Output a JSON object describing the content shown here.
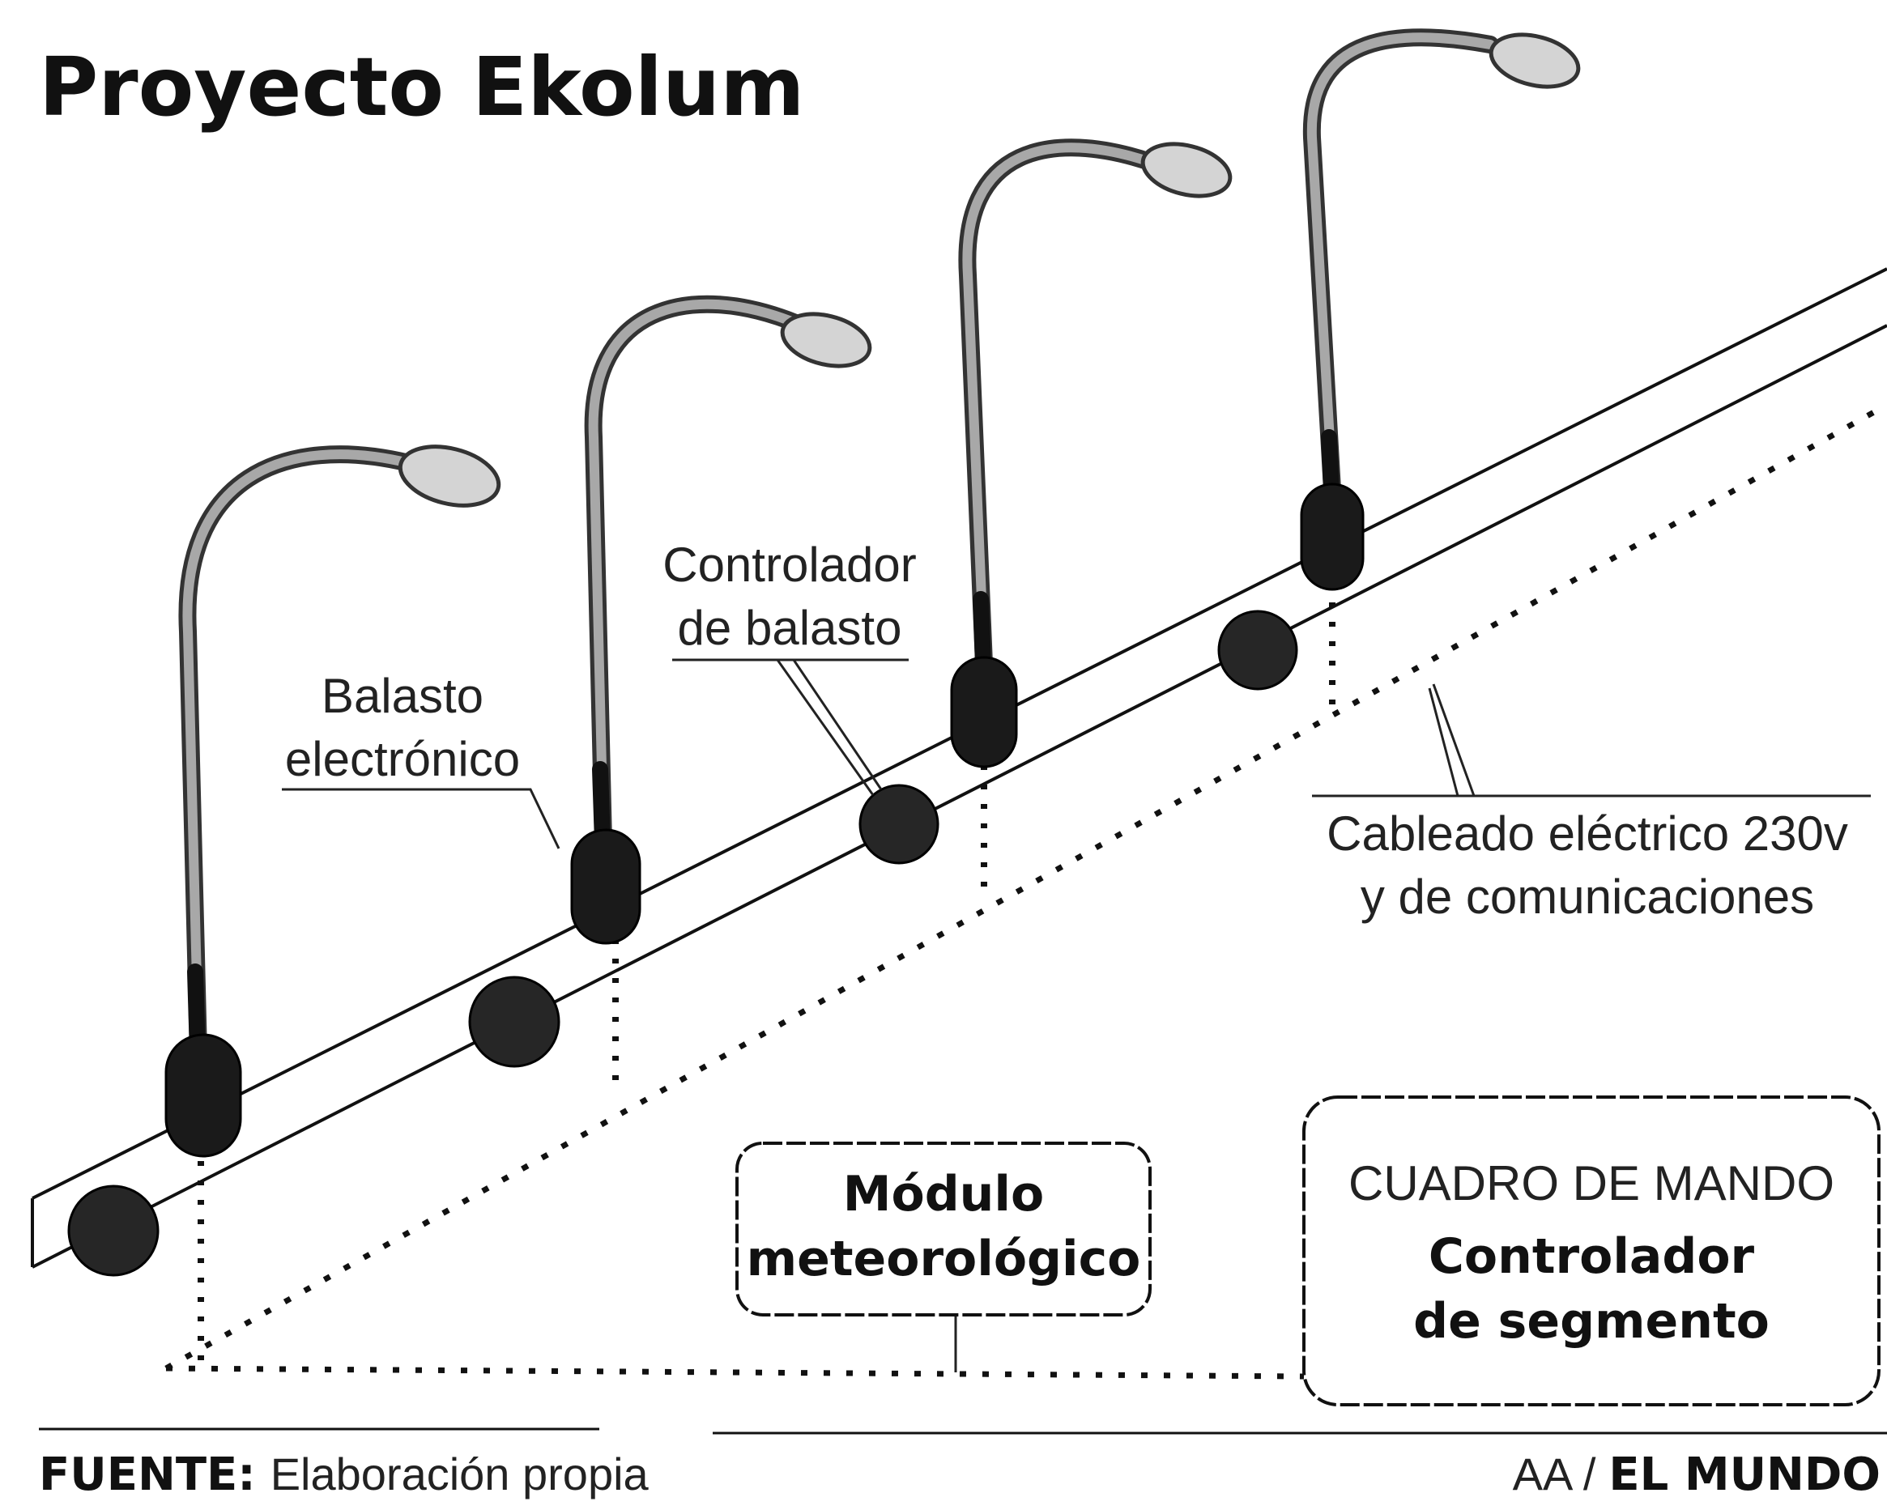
{
  "header": {
    "title": "Proyecto Ekolum"
  },
  "labels": {
    "balasto_line1": "Balasto",
    "balasto_line2": "electrónico",
    "controlador_line1": "Controlador",
    "controlador_line2": "de balasto",
    "cableado_line1": "Cableado eléctrico 230v",
    "cableado_line2": "y de comunicaciones"
  },
  "boxes": {
    "modulo_line1": "Módulo",
    "modulo_line2": "meteorológico",
    "cuadro_heading": "CUADRO DE MANDO",
    "cuadro_line1": "Controlador",
    "cuadro_line2": "de segmento"
  },
  "footer": {
    "source_label": "FUENTE:",
    "source_text": "Elaboración propia",
    "credit_prefix": "AA /",
    "credit_brand": "EL MUNDO"
  },
  "icons": {
    "streetlamp": "streetlamp-icon",
    "ballast": "ballast-icon",
    "controller": "controller-icon"
  },
  "colors": {
    "ink": "#111111",
    "pole_highlight": "#a8a8a8",
    "lamp_head": "#d4d4d4",
    "background": "#ffffff"
  }
}
